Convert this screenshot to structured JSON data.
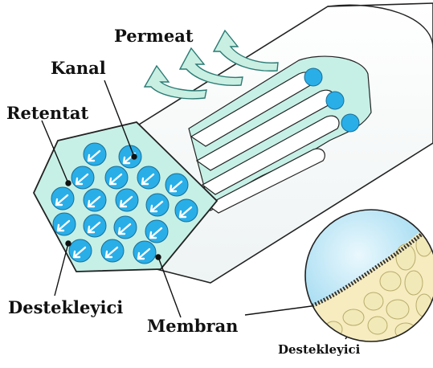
{
  "labels": {
    "permeat": "Permeat",
    "kanal": "Kanal",
    "retentat": "Retentat",
    "destekleyici_left": "Destekleyici",
    "membran": "Membran",
    "destekleyici_inset": "Destekleyici"
  },
  "colors": {
    "support": "#c6f0e6",
    "channel": "#29aee8",
    "pipe_white": "#ffffff",
    "outline": "#222222",
    "inset_fill": "#bfe7f5",
    "inset_support": "#f2e9b8",
    "arrow_fill": "#c9efe2"
  }
}
